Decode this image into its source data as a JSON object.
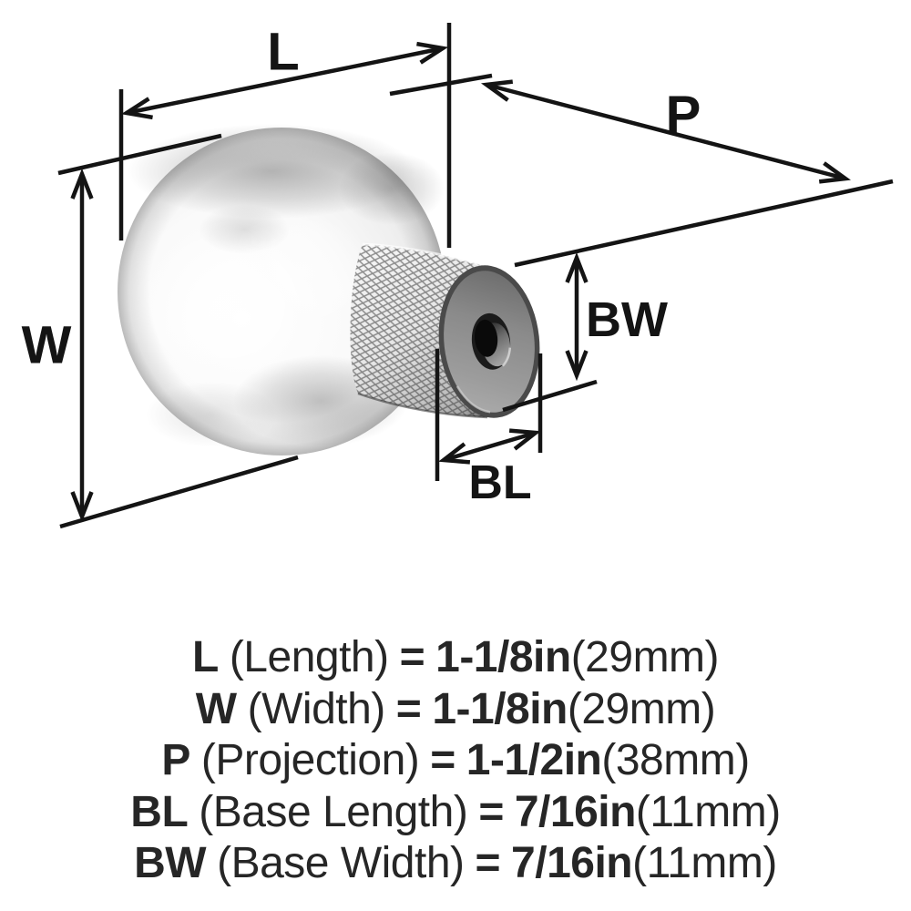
{
  "page": {
    "background": "#ffffff",
    "illustration": "chrome-ball-cabinet-knob-with-knurled-base"
  },
  "colors": {
    "dimension_line": "#141414",
    "label_text": "#141414",
    "spec_text": "#262626",
    "knob_highlight": "#ffffff",
    "knob_shadow": "#8f8f8f",
    "base_face_gray": "#8e8e8e",
    "screw_hole_dark": "#111111"
  },
  "diagram": {
    "labels": {
      "length": "L",
      "width": "W",
      "projection": "P",
      "base_width": "BW",
      "base_length": "BL"
    }
  },
  "specs": [
    {
      "abbr": "L",
      "name": "(Length)",
      "equals": "=",
      "imperial": "1-1/8in",
      "metric": "(29mm)"
    },
    {
      "abbr": "W",
      "name": "(Width)",
      "equals": "=",
      "imperial": "1-1/8in",
      "metric": "(29mm)"
    },
    {
      "abbr": "P",
      "name": "(Projection)",
      "equals": "=",
      "imperial": "1-1/2in",
      "metric": "(38mm)"
    },
    {
      "abbr": "BL",
      "name": "(Base Length)",
      "equals": "=",
      "imperial": "7/16in",
      "metric": "(11mm)"
    },
    {
      "abbr": "BW",
      "name": "(Base Width)",
      "equals": "=",
      "imperial": "7/16in",
      "metric": "(11mm)"
    }
  ]
}
